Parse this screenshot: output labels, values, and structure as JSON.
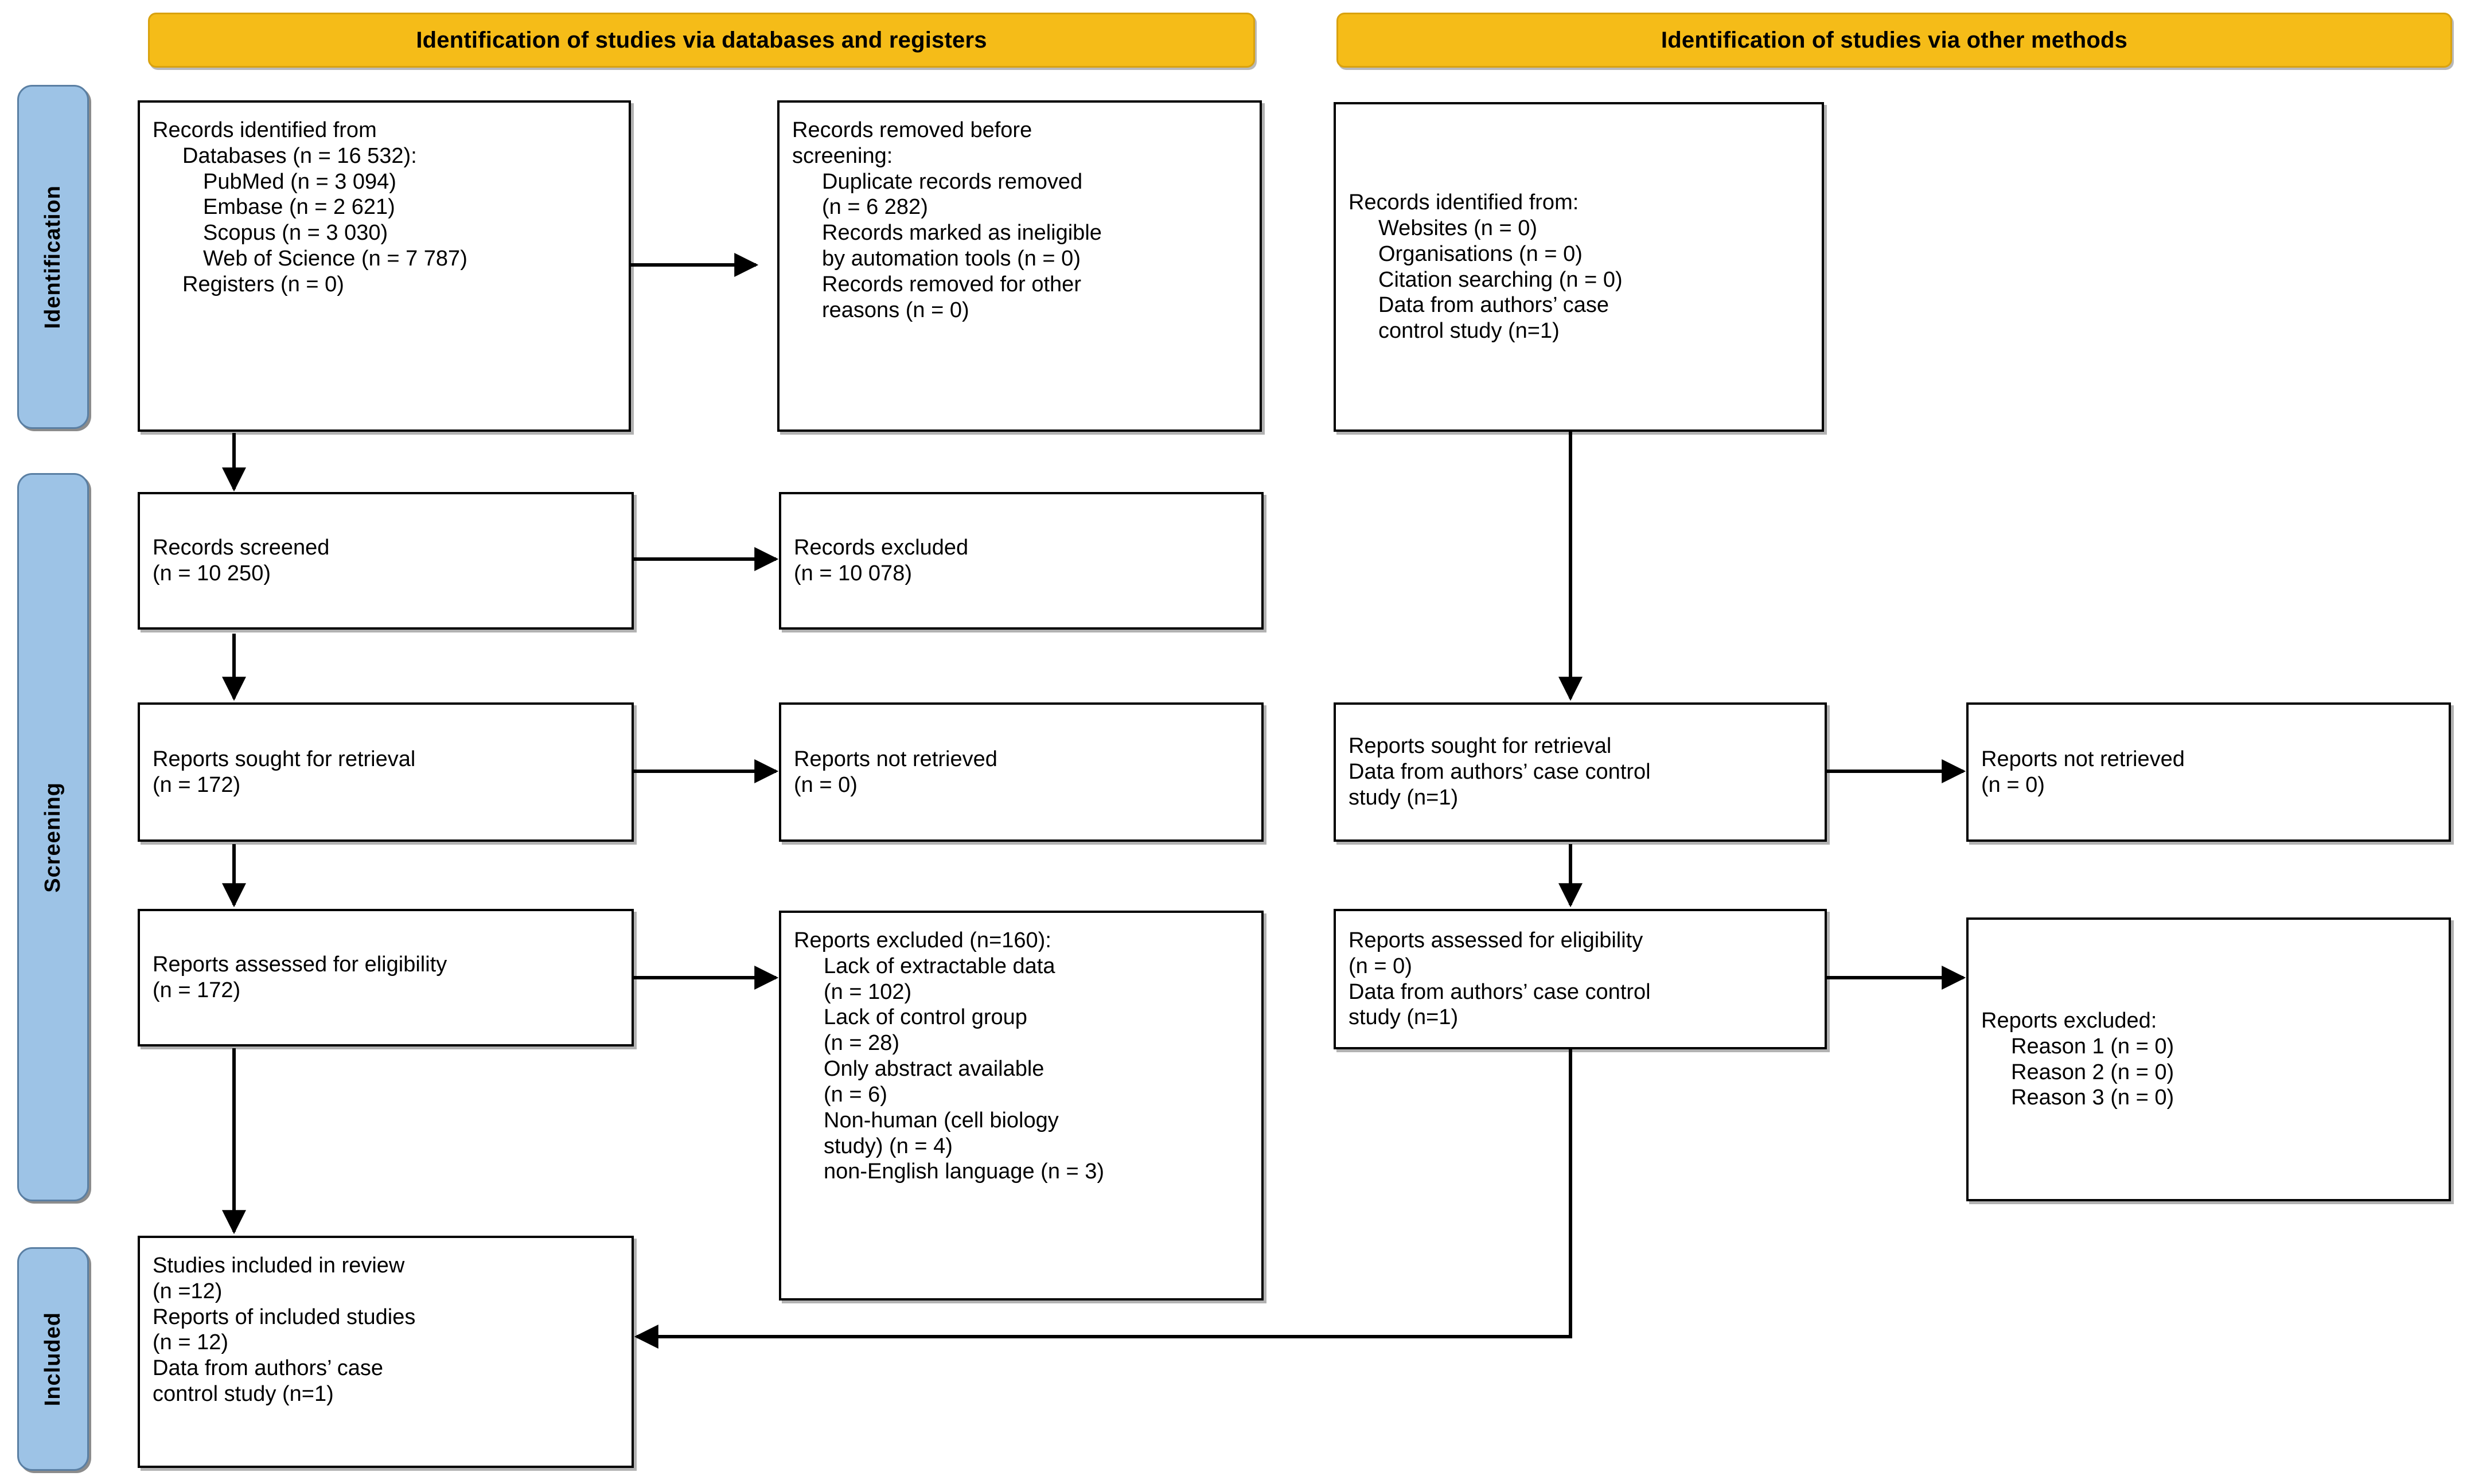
{
  "diagram": {
    "title": "PRISMA 2020 flow diagram",
    "colors": {
      "banner_fill": "#f5bc18",
      "banner_border": "#d9a20f",
      "stage_fill": "#9dc3e6",
      "stage_border": "#5a7fa3",
      "box_border": "#000000",
      "box_fill": "#ffffff",
      "connector": "#000000"
    }
  },
  "banners": {
    "databases": "Identification of studies via databases and registers",
    "other": "Identification of studies via other methods"
  },
  "stages": {
    "identification": "Identification",
    "screening": "Screening",
    "included": "Included"
  },
  "boxes": {
    "records_identified_db": {
      "lines": [
        {
          "text": "Records identified from",
          "indent": 0
        },
        {
          "text": "Databases (n = 16 532):",
          "indent": 1
        },
        {
          "text": "PubMed (n = 3 094)",
          "indent": 2
        },
        {
          "text": "Embase (n = 2 621)",
          "indent": 2
        },
        {
          "text": "Scopus (n = 3 030)",
          "indent": 2
        },
        {
          "text": "Web of Science (n = 7 787)",
          "indent": 2
        },
        {
          "text": "Registers (n = 0)",
          "indent": 1
        }
      ]
    },
    "records_removed": {
      "lines": [
        {
          "text": "Records removed ",
          "indent": 0,
          "italic_tail": "before"
        },
        {
          "text": "screening",
          "indent": 0,
          "italic": true,
          "tail": ":"
        },
        {
          "text": "Duplicate records removed",
          "indent": 1
        },
        {
          "text": "(n = 6 282)",
          "indent": 1
        },
        {
          "text": "Records marked as ineligible",
          "indent": 1
        },
        {
          "text": "by automation tools (n = 0)",
          "indent": 1
        },
        {
          "text": "Records removed for other",
          "indent": 1
        },
        {
          "text": "reasons (n = 0)",
          "indent": 1
        }
      ]
    },
    "records_screened": {
      "lines": [
        {
          "text": "Records screened",
          "indent": 0
        },
        {
          "text": "(n = 10 250)",
          "indent": 0
        }
      ]
    },
    "records_excluded": {
      "lines": [
        {
          "text": "Records excluded",
          "indent": 0
        },
        {
          "text": "(n = 10 078)",
          "indent": 0
        }
      ]
    },
    "reports_sought": {
      "lines": [
        {
          "text": "Reports sought for retrieval",
          "indent": 0
        },
        {
          "text": "(n = 172)",
          "indent": 0
        }
      ]
    },
    "reports_not_retrieved": {
      "lines": [
        {
          "text": "Reports not retrieved",
          "indent": 0
        },
        {
          "text": "(n = 0)",
          "indent": 0
        }
      ]
    },
    "reports_assessed": {
      "lines": [
        {
          "text": "Reports assessed for eligibility",
          "indent": 0
        },
        {
          "text": "(n = 172)",
          "indent": 0
        }
      ]
    },
    "reports_excluded_db": {
      "lines": [
        {
          "text": "Reports excluded (n=160):",
          "indent": 0
        },
        {
          "text": "Lack of extractable data",
          "indent": 1
        },
        {
          "text": "(n = 102)",
          "indent": 1
        },
        {
          "text": "Lack of control group",
          "indent": 1
        },
        {
          "text": "(n = 28)",
          "indent": 1
        },
        {
          "text": "Only abstract available",
          "indent": 1
        },
        {
          "text": "(n = 6)",
          "indent": 1
        },
        {
          "text": "Non-human (cell biology",
          "indent": 1
        },
        {
          "text": "study) (n = 4)",
          "indent": 1
        },
        {
          "text": "non-English language (n = 3)",
          "indent": 1
        }
      ]
    },
    "studies_included": {
      "lines": [
        {
          "text": "Studies included in review",
          "indent": 0
        },
        {
          "text": "(n =12)",
          "indent": 0
        },
        {
          "text": "Reports of included studies",
          "indent": 0
        },
        {
          "text": "(n = 12)",
          "indent": 0
        },
        {
          "text": "Data from authors’ case",
          "indent": 0
        },
        {
          "text": "control study (n=1)",
          "indent": 0
        }
      ]
    },
    "records_identified_other": {
      "lines": [
        {
          "text": "Records identified from:",
          "indent": 0
        },
        {
          "text": "Websites (n = 0)",
          "indent": 1
        },
        {
          "text": "Organisations (n = 0)",
          "indent": 1
        },
        {
          "text": "Citation searching (n = 0)",
          "indent": 1
        },
        {
          "text": "Data from authors’ case",
          "indent": 1
        },
        {
          "text": "control study (n=1)",
          "indent": 1
        }
      ]
    },
    "reports_sought_other": {
      "lines": [
        {
          "text": "Reports sought for retrieval",
          "indent": 0
        },
        {
          "text": "Data from authors’ case control",
          "indent": 0
        },
        {
          "text": "study (n=1)",
          "indent": 0
        }
      ]
    },
    "reports_not_retrieved_other": {
      "lines": [
        {
          "text": "Reports not retrieved",
          "indent": 0
        },
        {
          "text": "(n = 0)",
          "indent": 0
        }
      ]
    },
    "reports_assessed_other": {
      "lines": [
        {
          "text": "Reports assessed for eligibility",
          "indent": 0
        },
        {
          "text": "(n = 0)",
          "indent": 0
        },
        {
          "text": "Data from authors’ case control",
          "indent": 0
        },
        {
          "text": "study (n=1)",
          "indent": 0
        }
      ]
    },
    "reports_excluded_other": {
      "lines": [
        {
          "text": "Reports excluded:",
          "indent": 0
        },
        {
          "text": "Reason 1 (n = 0)",
          "indent": 1
        },
        {
          "text": "Reason 2 (n = 0)",
          "indent": 1
        },
        {
          "text": "Reason 3 (n = 0)",
          "indent": 1
        }
      ]
    }
  },
  "chart_data": {
    "type": "flowchart",
    "title": "PRISMA 2020 flow diagram for new systematic reviews",
    "nodes": [
      {
        "id": "records_identified_db",
        "stage": "Identification",
        "column": "databases",
        "total": 16532
      },
      {
        "id": "records_removed",
        "stage": "Identification",
        "column": "databases",
        "total": 6282
      },
      {
        "id": "records_screened",
        "stage": "Screening",
        "column": "databases",
        "total": 10250
      },
      {
        "id": "records_excluded",
        "stage": "Screening",
        "column": "databases",
        "total": 10078
      },
      {
        "id": "reports_sought",
        "stage": "Screening",
        "column": "databases",
        "total": 172
      },
      {
        "id": "reports_not_retrieved",
        "stage": "Screening",
        "column": "databases",
        "total": 0
      },
      {
        "id": "reports_assessed",
        "stage": "Screening",
        "column": "databases",
        "total": 172
      },
      {
        "id": "reports_excluded_db",
        "stage": "Screening",
        "column": "databases",
        "total": 160
      },
      {
        "id": "studies_included",
        "stage": "Included",
        "column": "databases",
        "total": 12
      },
      {
        "id": "records_identified_other",
        "stage": "Identification",
        "column": "other",
        "total": 1
      },
      {
        "id": "reports_sought_other",
        "stage": "Screening",
        "column": "other",
        "total": 1
      },
      {
        "id": "reports_not_retrieved_other",
        "stage": "Screening",
        "column": "other",
        "total": 0
      },
      {
        "id": "reports_assessed_other",
        "stage": "Screening",
        "column": "other",
        "total": 1
      },
      {
        "id": "reports_excluded_other",
        "stage": "Screening",
        "column": "other",
        "total": 0
      }
    ],
    "edges": [
      {
        "from": "records_identified_db",
        "to": "records_removed",
        "dir": "right"
      },
      {
        "from": "records_identified_db",
        "to": "records_screened",
        "dir": "down"
      },
      {
        "from": "records_screened",
        "to": "records_excluded",
        "dir": "right"
      },
      {
        "from": "records_screened",
        "to": "reports_sought",
        "dir": "down"
      },
      {
        "from": "reports_sought",
        "to": "reports_not_retrieved",
        "dir": "right"
      },
      {
        "from": "reports_sought",
        "to": "reports_assessed",
        "dir": "down"
      },
      {
        "from": "reports_assessed",
        "to": "reports_excluded_db",
        "dir": "right"
      },
      {
        "from": "reports_assessed",
        "to": "studies_included",
        "dir": "down"
      },
      {
        "from": "records_identified_other",
        "to": "reports_sought_other",
        "dir": "down"
      },
      {
        "from": "reports_sought_other",
        "to": "reports_not_retrieved_other",
        "dir": "right"
      },
      {
        "from": "reports_sought_other",
        "to": "reports_assessed_other",
        "dir": "down"
      },
      {
        "from": "reports_assessed_other",
        "to": "reports_excluded_other",
        "dir": "right"
      },
      {
        "from": "reports_assessed_other",
        "to": "studies_included",
        "dir": "down-left"
      }
    ],
    "counts": {
      "databases_total": 16532,
      "pubmed": 3094,
      "embase": 2621,
      "scopus": 3030,
      "web_of_science": 7787,
      "registers": 0,
      "duplicates_removed": 6282,
      "ineligible_automation": 0,
      "removed_other_reasons": 0,
      "records_screened": 10250,
      "records_excluded": 10078,
      "reports_sought": 172,
      "reports_not_retrieved": 0,
      "reports_assessed": 172,
      "reports_excluded": 160,
      "lack_extractable_data": 102,
      "lack_control_group": 28,
      "only_abstract": 6,
      "non_human": 4,
      "non_english": 3,
      "studies_included": 12,
      "reports_of_included_studies": 12,
      "authors_case_control_study": 1,
      "websites": 0,
      "organisations": 0,
      "citation_searching": 0
    }
  }
}
